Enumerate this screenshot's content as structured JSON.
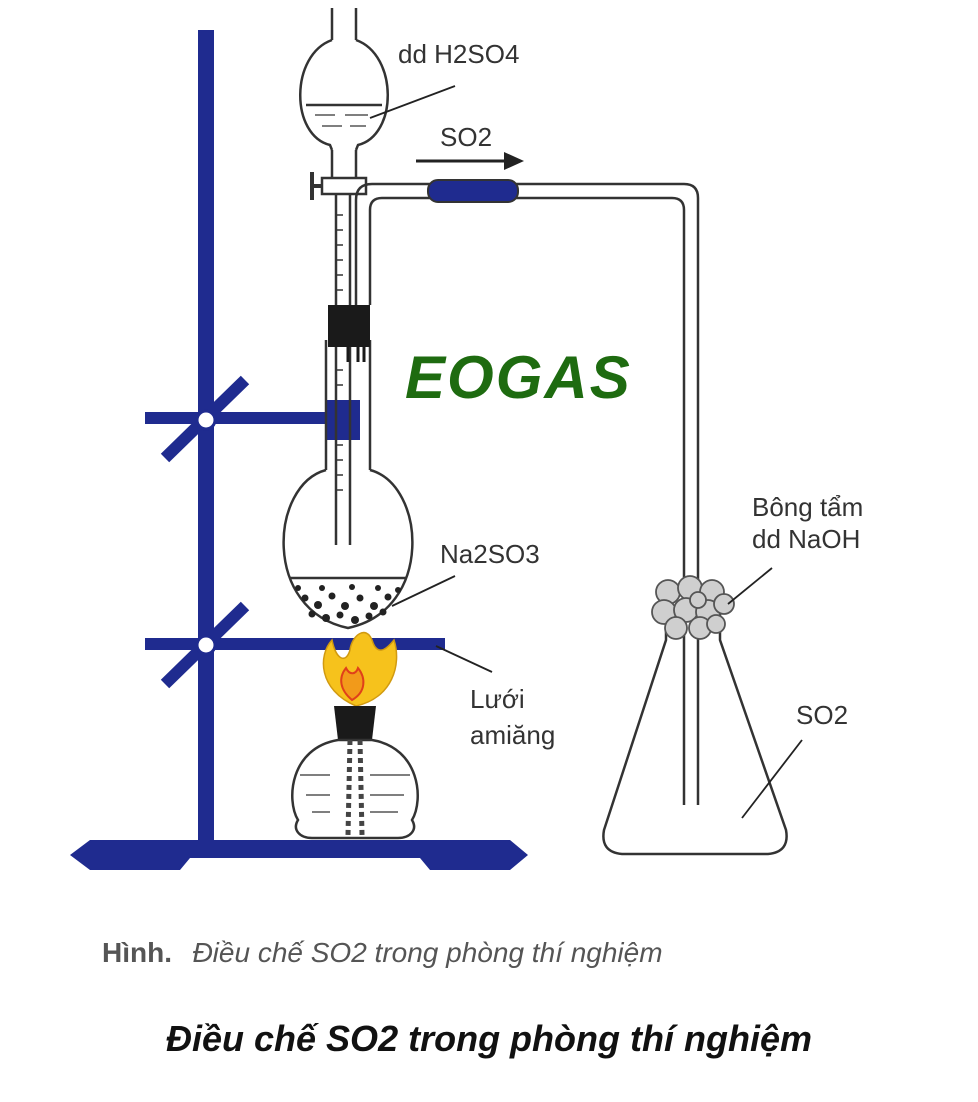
{
  "labels": {
    "h2so4": "dd H2SO4",
    "so2_flow": "SO2",
    "na2so3": "Na2SO3",
    "cotton_line1": "Bông tẩm",
    "cotton_line2": "dd NaOH",
    "mesh_line1": "Lưới",
    "mesh_line2": "amiăng",
    "flask_so2": "SO2"
  },
  "watermark": "EOGAS",
  "figure_caption": {
    "prefix": "Hình.",
    "text": "Điều chế SO2 trong phòng thí nghiệm"
  },
  "title": "Điều chế SO2 trong phòng thí nghiệm",
  "colors": {
    "stand": "#1f2b8f",
    "glass": "#333333",
    "watermark": "#1e6b10",
    "flame": "#f6c21c",
    "flame_inner": "#e0401a"
  }
}
